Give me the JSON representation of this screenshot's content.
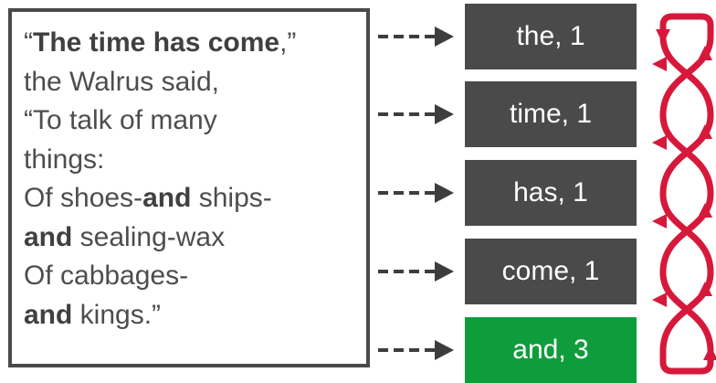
{
  "text_block": {
    "lines": [
      [
        {
          "text": "“",
          "bold": false
        },
        {
          "text": "The time has come",
          "bold": true
        },
        {
          "text": ",”",
          "bold": false
        }
      ],
      [
        {
          "text": "the Walrus said,",
          "bold": false
        }
      ],
      [
        {
          "text": "“To talk of many",
          "bold": false
        }
      ],
      [
        {
          "text": "things:",
          "bold": false
        }
      ],
      [
        {
          "text": "Of shoes-",
          "bold": false
        },
        {
          "text": "and",
          "bold": true
        },
        {
          "text": " ships-",
          "bold": false
        }
      ],
      [
        {
          "text": "and",
          "bold": true
        },
        {
          "text": " sealing-wax",
          "bold": false
        }
      ],
      [
        {
          "text": "Of cabbages-",
          "bold": false
        }
      ],
      [
        {
          "text": "and",
          "bold": true
        },
        {
          "text": " kings.”",
          "bold": false
        }
      ]
    ]
  },
  "pairs": [
    {
      "label": "the, 1",
      "highlight": false
    },
    {
      "label": "time, 1",
      "highlight": false
    },
    {
      "label": "has, 1",
      "highlight": false
    },
    {
      "label": "come, 1",
      "highlight": false
    },
    {
      "label": "and, 3",
      "highlight": true
    }
  ],
  "colors": {
    "box_default": "#4a4a4a",
    "box_highlight": "#0f9d3c",
    "arrow": "#3d3d3d",
    "loop": "#d6193b"
  }
}
